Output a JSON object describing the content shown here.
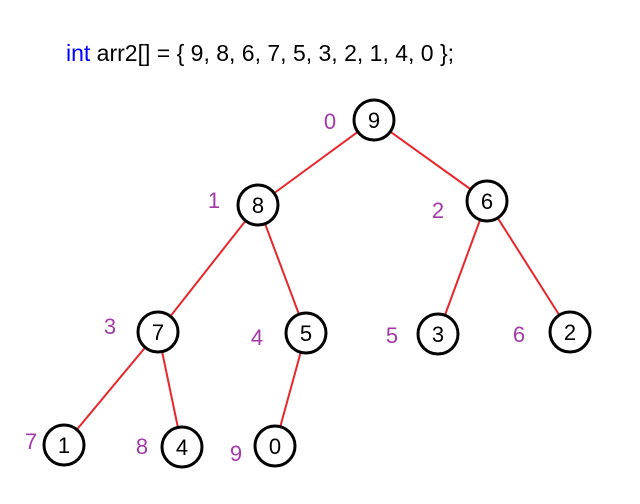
{
  "code": {
    "keyword": "int",
    "rest": " arr2[] = { 9, 8, 6, 7, 5, 3, 2, 1, 4, 0 };"
  },
  "colors": {
    "edge": "#e8262b",
    "index": "#a33aa8",
    "keyword": "#0000ff"
  },
  "tree": {
    "nodes": [
      {
        "index": "0",
        "value": "9"
      },
      {
        "index": "1",
        "value": "8"
      },
      {
        "index": "2",
        "value": "6"
      },
      {
        "index": "3",
        "value": "7"
      },
      {
        "index": "4",
        "value": "5"
      },
      {
        "index": "5",
        "value": "3"
      },
      {
        "index": "6",
        "value": "2"
      },
      {
        "index": "7",
        "value": "1"
      },
      {
        "index": "8",
        "value": "4"
      },
      {
        "index": "9",
        "value": "0"
      }
    ],
    "edges": [
      [
        0,
        1
      ],
      [
        0,
        2
      ],
      [
        1,
        3
      ],
      [
        1,
        4
      ],
      [
        2,
        5
      ],
      [
        2,
        6
      ],
      [
        3,
        7
      ],
      [
        3,
        8
      ],
      [
        4,
        9
      ]
    ]
  }
}
